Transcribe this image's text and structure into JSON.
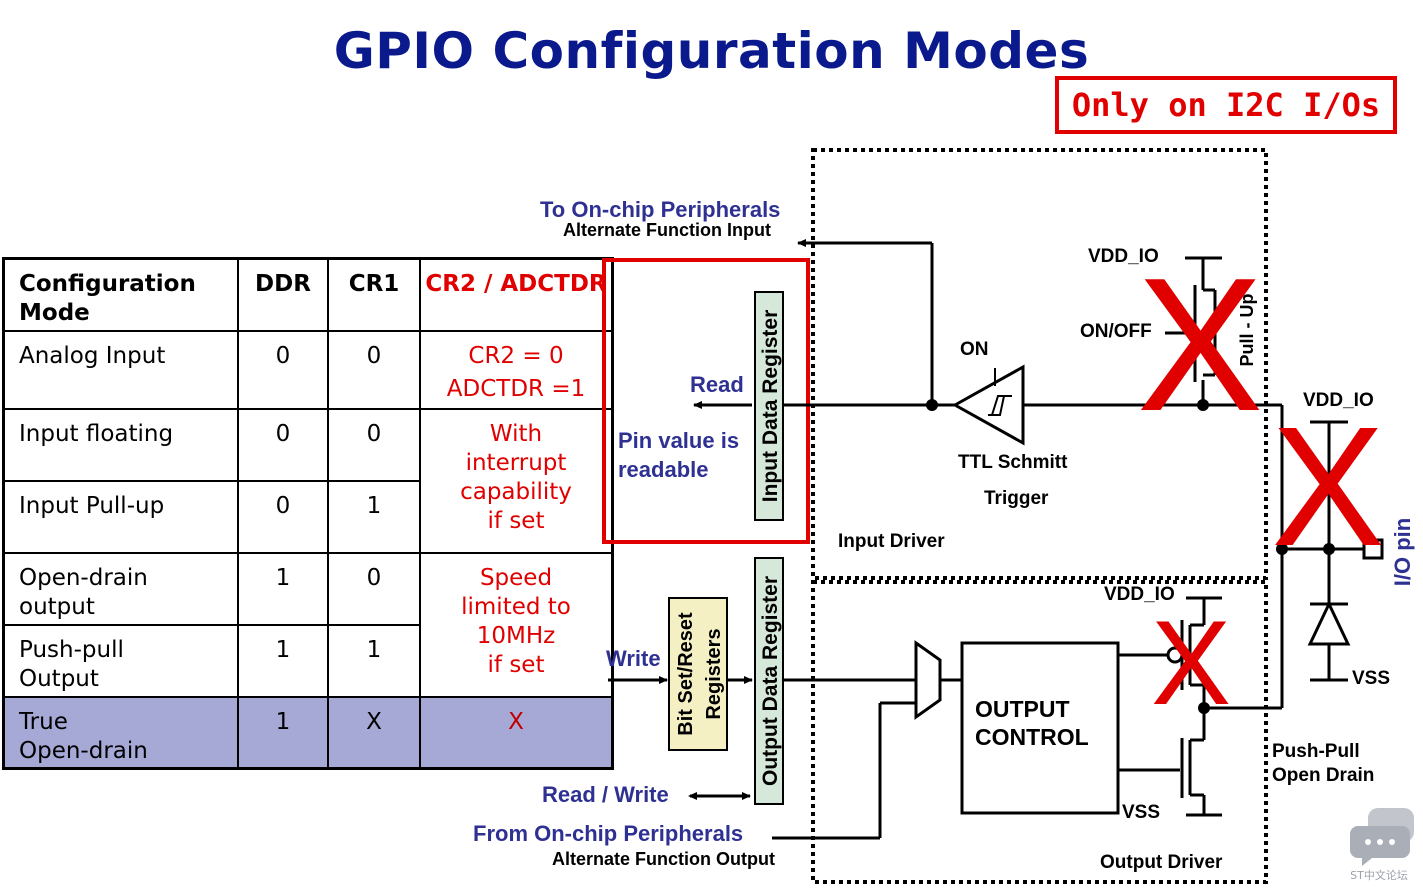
{
  "title": "GPIO Configuration Modes",
  "i2c_note": "Only on I2C I/Os",
  "table": {
    "headers": [
      "Configuration Mode",
      "DDR",
      "CR1",
      "CR2 / ADCTDR"
    ],
    "rows": [
      {
        "mode": "Analog Input",
        "ddr": "0",
        "cr1": "0",
        "cr2_line1": "CR2 = 0",
        "cr2_line2": "ADCTDR =1"
      },
      {
        "mode": "Input floating",
        "ddr": "0",
        "cr1": "0"
      },
      {
        "mode": "Input Pull-up",
        "ddr": "0",
        "cr1": "1"
      },
      {
        "mode_line1": "Open-drain",
        "mode_line2": "output",
        "ddr": "1",
        "cr1": "0"
      },
      {
        "mode_line1": "Push-pull",
        "mode_line2": "Output",
        "ddr": "1",
        "cr1": "1"
      },
      {
        "mode_line1": "True",
        "mode_line2": "Open-drain",
        "ddr": "1",
        "cr1": "X",
        "cr2": "X"
      }
    ],
    "merged_interrupt": [
      "With",
      "interrupt",
      "capability",
      "if set"
    ],
    "merged_speed": [
      "Speed",
      "limited to",
      "10MHz",
      "if set"
    ]
  },
  "diagram": {
    "to_onchip": "To On-chip Peripherals",
    "af_input": "Alternate Function Input",
    "read": "Read",
    "pin_readable_1": "Pin value is",
    "pin_readable_2": "readable",
    "input_data_register": "Input Data Register",
    "on": "ON",
    "on_off": "ON/OFF",
    "vdd_io": "VDD_IO",
    "pull_up": "Pull - Up",
    "ttl_schmitt": "TTL Schmitt",
    "trigger": "Trigger",
    "input_driver": "Input Driver",
    "io_pin": "I/O pin",
    "vss": "VSS",
    "write": "Write",
    "bit_set_reset_1": "Bit Set/Reset",
    "bit_set_reset_2": "Registers",
    "output_data_register": "Output Data Register",
    "output_control_1": "OUTPUT",
    "output_control_2": "CONTROL",
    "push_pull": "Push-Pull",
    "open_drain": "Open Drain",
    "read_write": "Read / Write",
    "from_onchip": "From On-chip Peripherals",
    "af_output": "Alternate Function Output",
    "output_driver": "Output Driver",
    "cross_mark": "X",
    "watermark": "ST中文论坛"
  },
  "colors": {
    "title": "#0a1a8c",
    "label_blue": "#2e3192",
    "red": "#e00000",
    "highlight_row": "#a6a8d6",
    "register_fill": "#d6e8d9",
    "bitset_fill": "#f4f0c4"
  }
}
